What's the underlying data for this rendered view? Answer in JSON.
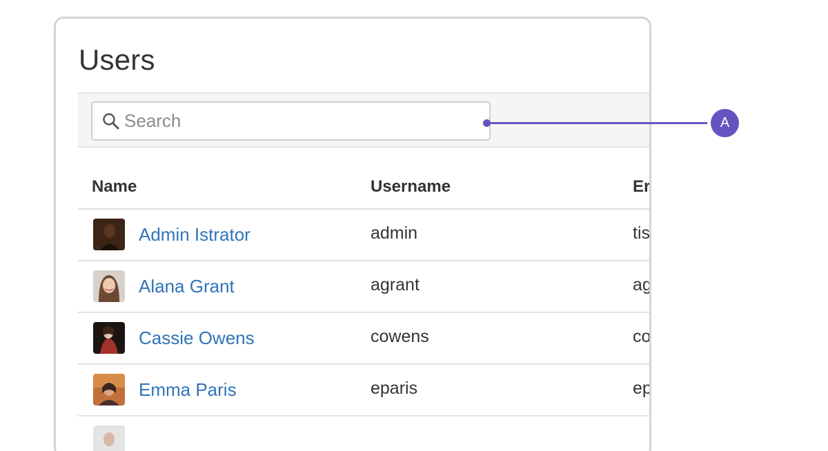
{
  "page": {
    "title": "Users"
  },
  "search": {
    "placeholder": "Search",
    "value": ""
  },
  "table": {
    "columns": [
      "Name",
      "Username",
      "Er"
    ],
    "rows": [
      {
        "name": "Admin Istrator",
        "username": "admin",
        "email": "tis",
        "avatar": "avatar-dark-portrait"
      },
      {
        "name": "Alana Grant",
        "username": "agrant",
        "email": "ag",
        "avatar": "avatar-smiling-woman"
      },
      {
        "name": "Cassie Owens",
        "username": "cowens",
        "email": "co",
        "avatar": "avatar-red-sweater"
      },
      {
        "name": "Emma Paris",
        "username": "eparis",
        "email": "ep",
        "avatar": "avatar-warm-tone"
      }
    ]
  },
  "callout": {
    "label": "A",
    "color": "#6554c0"
  },
  "colors": {
    "link": "#2f74b8",
    "text": "#333333",
    "border": "#d4d4d4"
  }
}
